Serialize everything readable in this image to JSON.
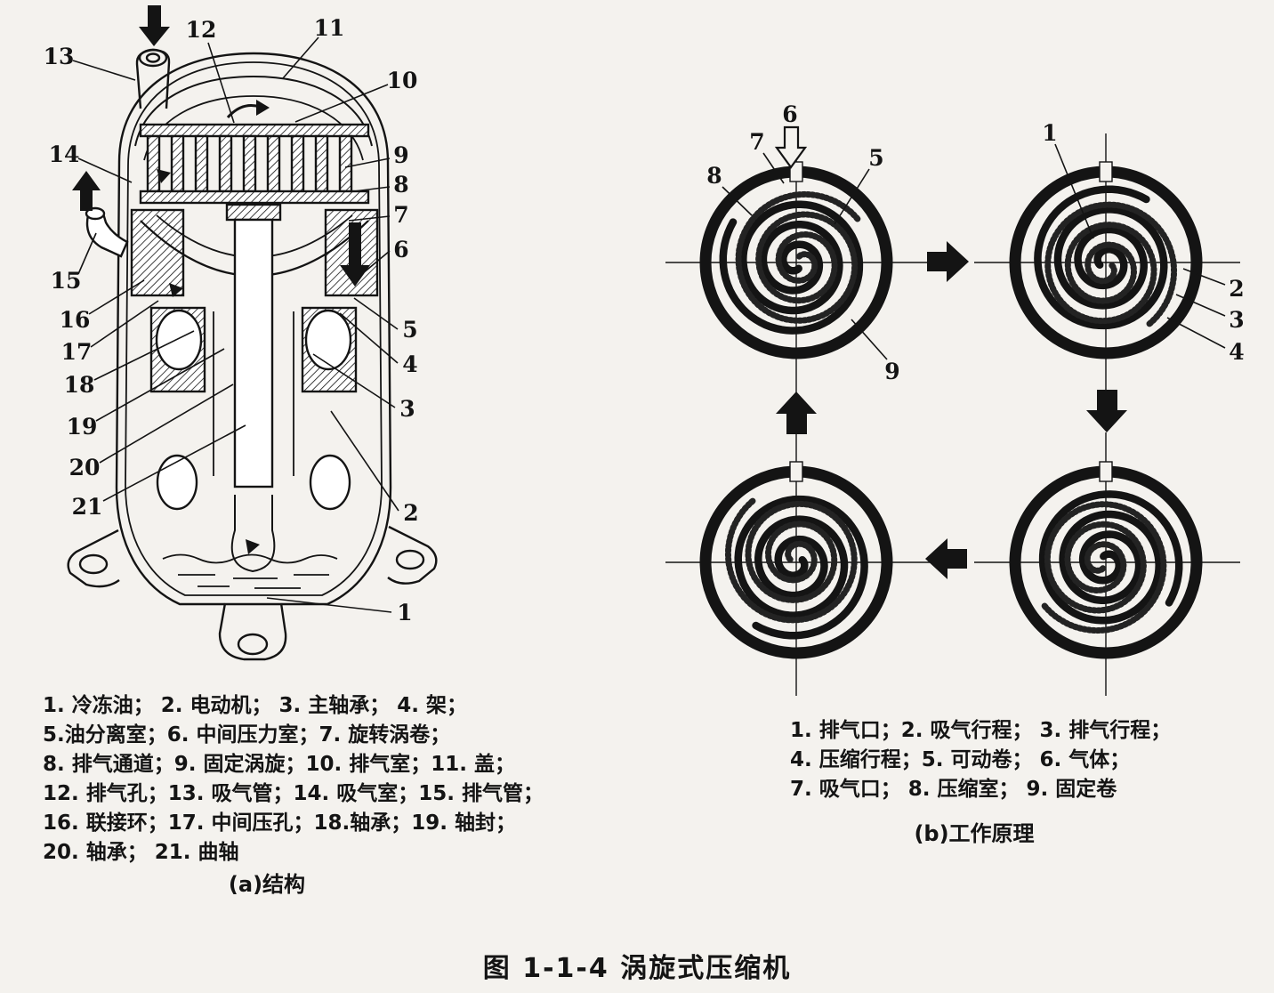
{
  "colors": {
    "paper": "#f4f2ee",
    "ink": "#141414"
  },
  "caption": "图 1-1-4  涡旋式压缩机",
  "panel_a": {
    "label": "(a)结构",
    "legend_lines": [
      "1. 冷冻油； 2. 电动机； 3. 主轴承； 4. 架；",
      "5.油分离室；6. 中间压力室；7. 旋转涡卷；",
      "8. 排气通道；9. 固定涡旋；10. 排气室；11. 盖；",
      "12. 排气孔；13. 吸气管；14. 吸气室；15. 排气管；",
      "16. 联接环；17. 中间压孔；18.轴承；19. 轴封；",
      "20. 轴承； 21. 曲轴"
    ],
    "callouts": [
      "1",
      "2",
      "3",
      "4",
      "5",
      "6",
      "7",
      "8",
      "9",
      "10",
      "11",
      "12",
      "13",
      "14",
      "15",
      "16",
      "17",
      "18",
      "19",
      "20",
      "21"
    ]
  },
  "panel_b": {
    "label": "(b)工作原理",
    "legend_lines": [
      "1. 排气口；2. 吸气行程； 3. 排气行程；",
      "4. 压缩行程；5. 可动卷； 6. 气体；",
      "7. 吸气口；  8. 压缩室；  9. 固定卷"
    ],
    "callouts": [
      "1",
      "2",
      "3",
      "4",
      "5",
      "6",
      "7",
      "8",
      "9"
    ]
  }
}
